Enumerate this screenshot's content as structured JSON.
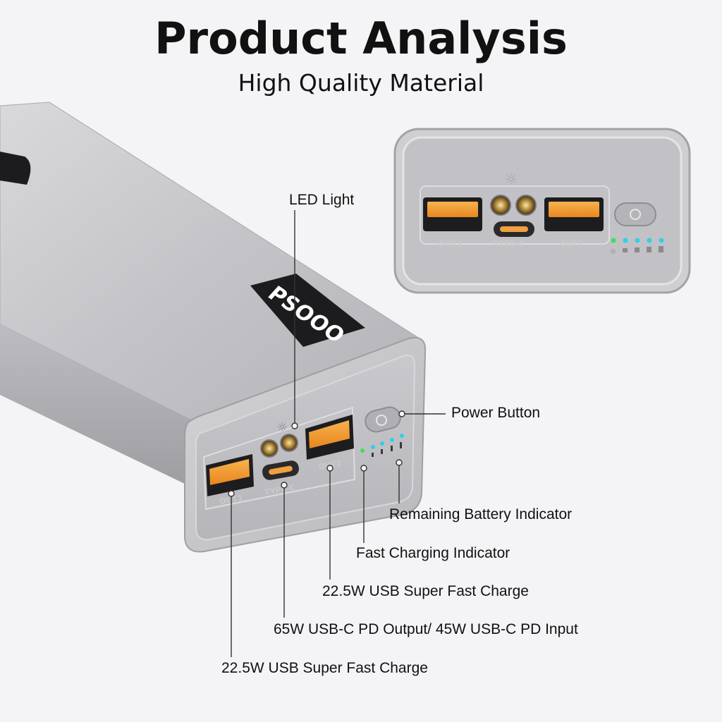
{
  "header": {
    "title": "Product Analysis",
    "subtitle": "High Quality Material"
  },
  "product": {
    "brand": "PSOOO",
    "ports": {
      "out1": "OUT1",
      "type_c": "TYPE-C",
      "out2": "OUT2"
    }
  },
  "callouts": {
    "led_light": "LED Light",
    "power_button": "Power Button",
    "remaining_battery": "Remaining Battery Indicator",
    "fast_charging": "Fast Charging Indicator",
    "usb_out2": "22.5W USB Super Fast Charge",
    "usb_c": "65W USB-C PD Output/ 45W USB-C PD Input",
    "usb_out1": "22.5W USB Super Fast Charge"
  },
  "colors": {
    "background": "#f4f4f6",
    "body_silver": "#c8c8cc",
    "port_orange": "#f5a03a",
    "indicator_blue": "#2fd0e8",
    "indicator_green": "#3ee05a"
  }
}
